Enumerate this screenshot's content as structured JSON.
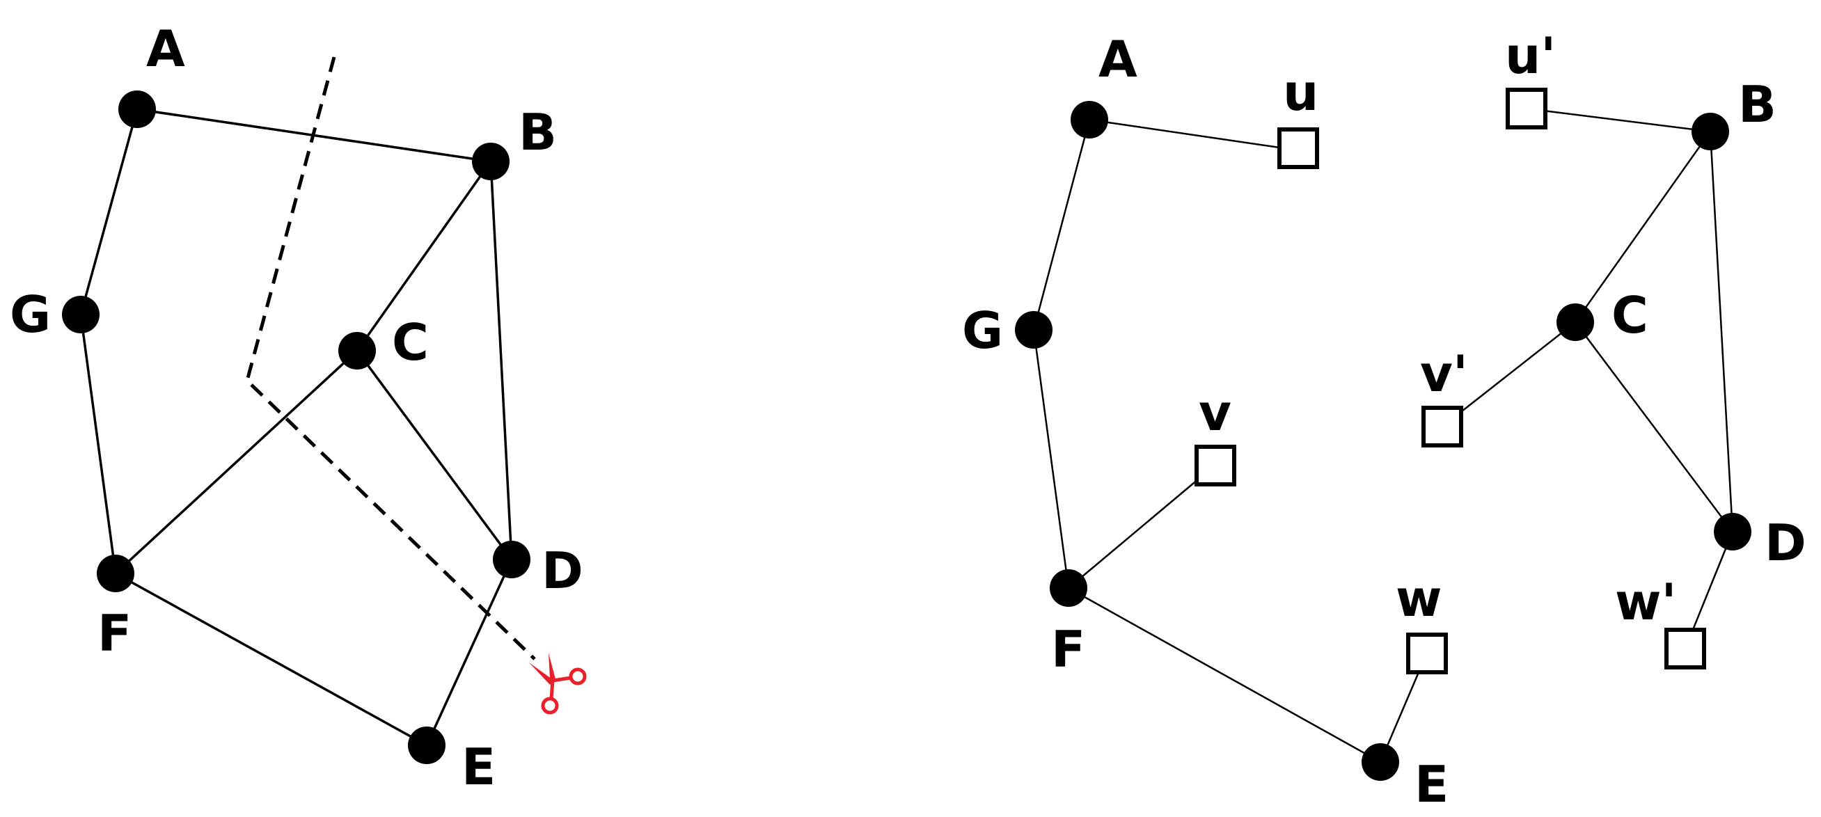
{
  "colors": {
    "ink": "#000000",
    "background": "#ffffff",
    "scissors": "#e8202a"
  },
  "icons": {
    "cut_marker": "scissors-icon"
  },
  "original_graph": {
    "nodes": [
      {
        "id": "A",
        "label": "A"
      },
      {
        "id": "B",
        "label": "B"
      },
      {
        "id": "C",
        "label": "C"
      },
      {
        "id": "D",
        "label": "D"
      },
      {
        "id": "E",
        "label": "E"
      },
      {
        "id": "F",
        "label": "F"
      },
      {
        "id": "G",
        "label": "G"
      }
    ],
    "edges": [
      [
        "A",
        "B"
      ],
      [
        "A",
        "G"
      ],
      [
        "G",
        "F"
      ],
      [
        "F",
        "C"
      ],
      [
        "F",
        "E"
      ],
      [
        "C",
        "B"
      ],
      [
        "C",
        "D"
      ],
      [
        "B",
        "D"
      ],
      [
        "D",
        "E"
      ]
    ]
  },
  "cut_graph": {
    "nodes": [
      {
        "id": "A",
        "label": "A",
        "kind": "vertex"
      },
      {
        "id": "G",
        "label": "G",
        "kind": "vertex"
      },
      {
        "id": "F",
        "label": "F",
        "kind": "vertex"
      },
      {
        "id": "E",
        "label": "E",
        "kind": "vertex"
      },
      {
        "id": "B",
        "label": "B",
        "kind": "vertex"
      },
      {
        "id": "C",
        "label": "C",
        "kind": "vertex"
      },
      {
        "id": "D",
        "label": "D",
        "kind": "vertex"
      },
      {
        "id": "u",
        "label": "u",
        "kind": "cut-point"
      },
      {
        "id": "v",
        "label": "v",
        "kind": "cut-point"
      },
      {
        "id": "w",
        "label": "w",
        "kind": "cut-point"
      },
      {
        "id": "u_prime",
        "label": "u'",
        "kind": "cut-point"
      },
      {
        "id": "v_prime",
        "label": "v'",
        "kind": "cut-point"
      },
      {
        "id": "w_prime",
        "label": "w'",
        "kind": "cut-point"
      }
    ],
    "edges": [
      [
        "A",
        "u"
      ],
      [
        "A",
        "G"
      ],
      [
        "G",
        "F"
      ],
      [
        "F",
        "v"
      ],
      [
        "F",
        "E"
      ],
      [
        "E",
        "w"
      ],
      [
        "u_prime",
        "B"
      ],
      [
        "B",
        "C"
      ],
      [
        "B",
        "D"
      ],
      [
        "C",
        "v_prime"
      ],
      [
        "C",
        "D"
      ],
      [
        "D",
        "w_prime"
      ]
    ]
  }
}
